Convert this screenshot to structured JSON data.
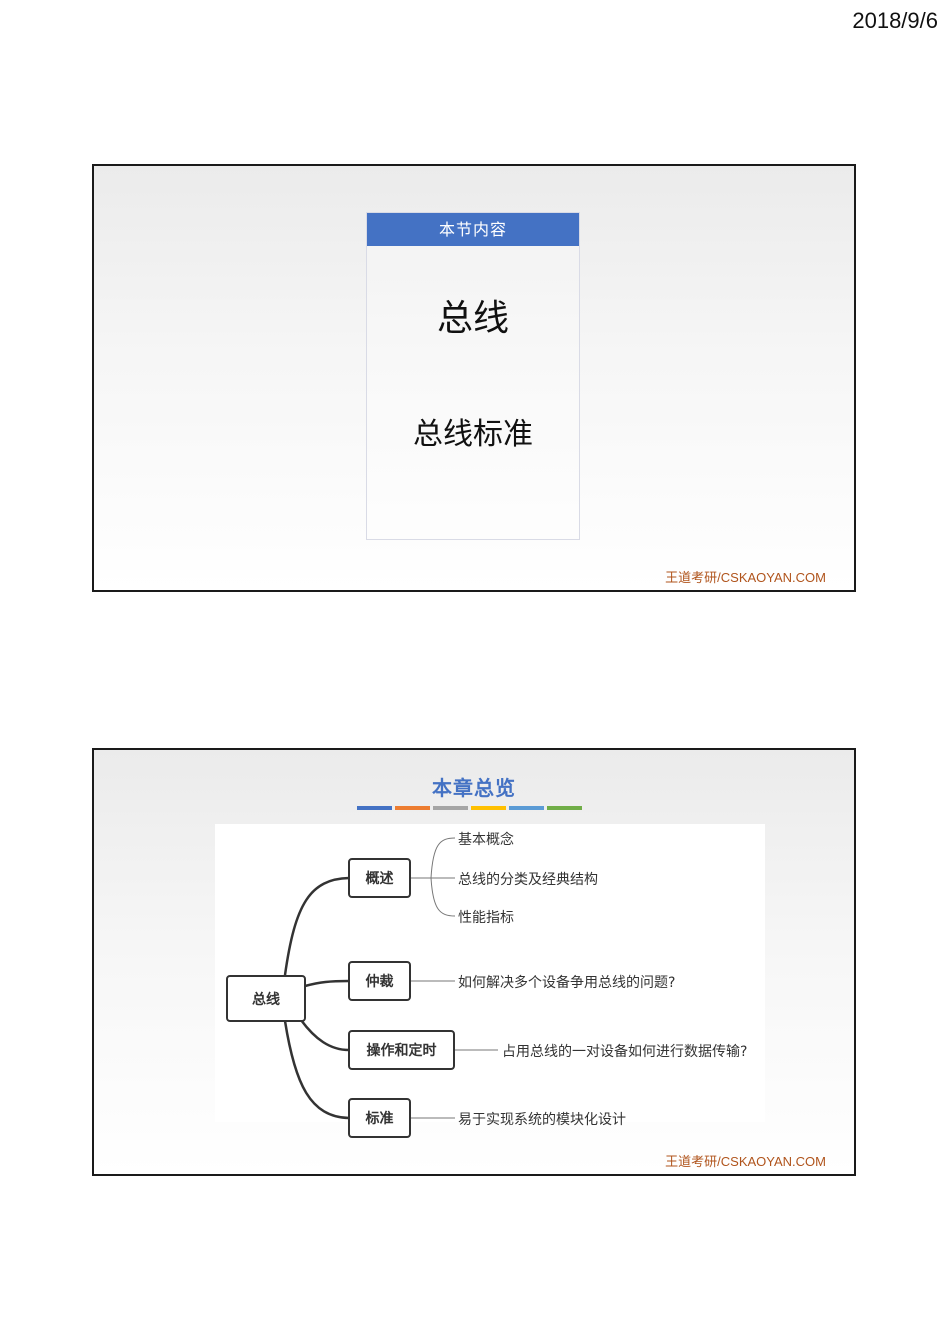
{
  "header": {
    "date": "2018/9/6"
  },
  "slides": [
    {
      "toc_header": "本节内容",
      "items": [
        "总线",
        "总线标准"
      ],
      "footer": "王道考研/CSKAOYAN.COM"
    },
    {
      "title": "本章总览",
      "bar_colors": [
        "#4472c4",
        "#ed7d31",
        "#a5a5a5",
        "#ffc000",
        "#5b9bd5",
        "#70ad47"
      ],
      "mindmap": {
        "root": "总线",
        "branches": [
          {
            "label": "概述",
            "leaves": [
              "基本概念",
              "总线的分类及经典结构",
              "性能指标"
            ]
          },
          {
            "label": "仲裁",
            "leaves": [
              "如何解决多个设备争用总线的问题?"
            ]
          },
          {
            "label": "操作和定时",
            "leaves": [
              "占用总线的一对设备如何进行数据传输?"
            ]
          },
          {
            "label": "标准",
            "leaves": [
              "易于实现系统的模块化设计"
            ]
          }
        ]
      },
      "footer": "王道考研/CSKAOYAN.COM"
    }
  ]
}
